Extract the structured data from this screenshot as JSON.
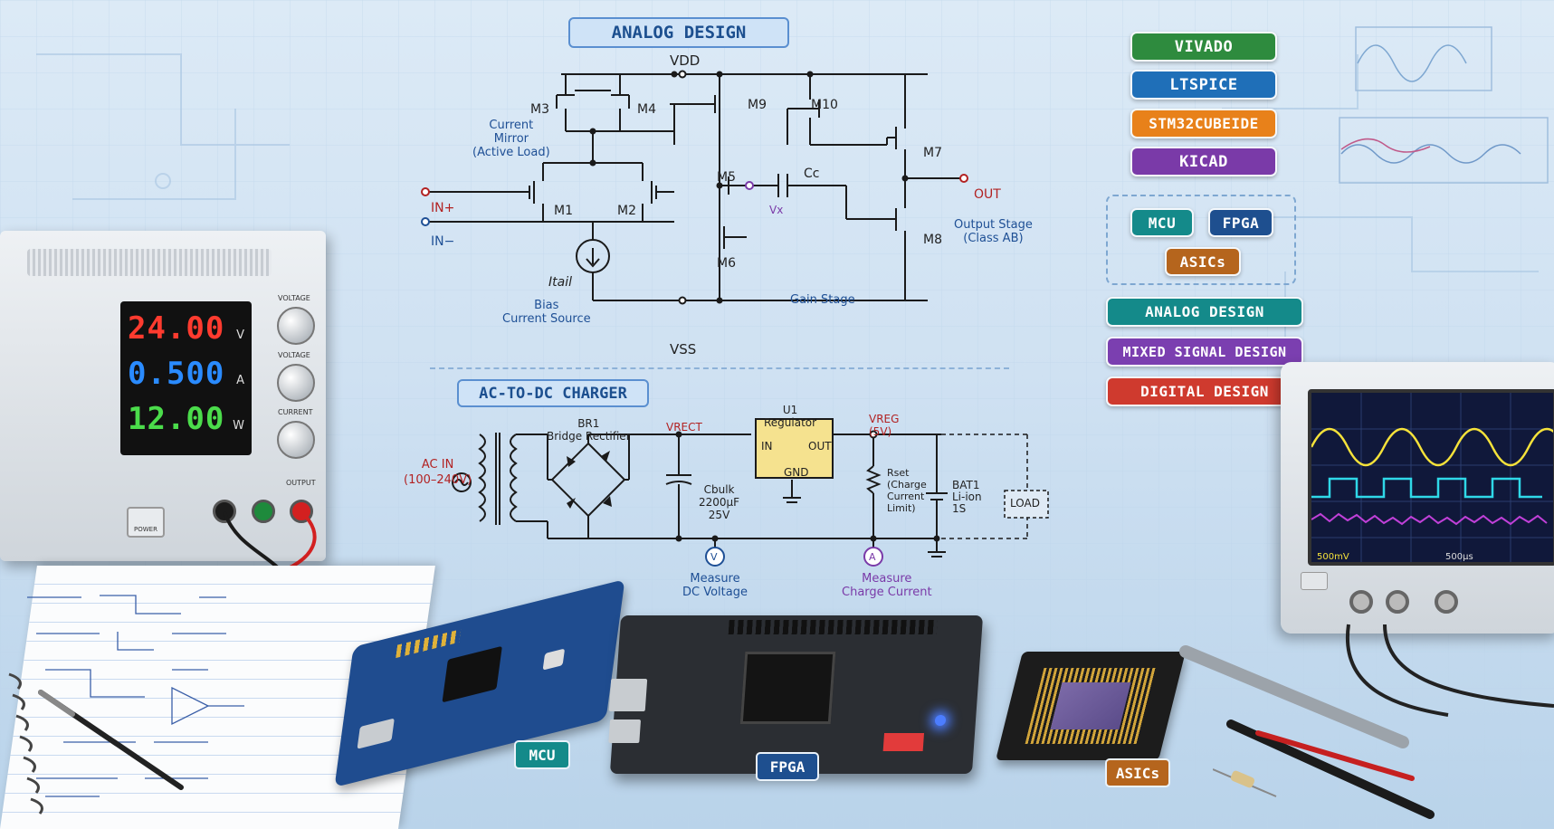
{
  "analog": {
    "title": "ANALOG DESIGN",
    "vdd": "VDD",
    "vss": "VSS",
    "transistors": [
      "M1",
      "M2",
      "M3",
      "M4",
      "M5",
      "M6",
      "M7",
      "M8",
      "M9",
      "M10"
    ],
    "in_plus": "IN+",
    "in_minus": "IN−",
    "out": "OUT",
    "current_mirror": [
      "Current",
      "Mirror",
      "(Active Load)"
    ],
    "itail": "Itail",
    "bias": [
      "Bias",
      "Current Source"
    ],
    "gain_stage": "Gain Stage",
    "cc": "Cc",
    "vx": "Vx",
    "output_stage": [
      "Output Stage",
      "(Class AB)"
    ]
  },
  "charger": {
    "title": "AC-TO-DC CHARGER",
    "ac_in": [
      "AC IN",
      "(100–240V)"
    ],
    "br1": [
      "BR1",
      "Bridge Rectifier"
    ],
    "vrect": "VRECT",
    "cbulk": [
      "Cbulk",
      "2200µF",
      "25V"
    ],
    "u1": [
      "U1",
      "Regulator"
    ],
    "reg_in": "IN",
    "reg_out": "OUT",
    "reg_gnd": "GND",
    "vreg": [
      "VREG",
      "(5V)"
    ],
    "rset": [
      "Rset",
      "(Charge",
      "Current",
      "Limit)"
    ],
    "bat": [
      "BAT1",
      "Li-ion",
      "1S"
    ],
    "load": "LOAD",
    "meter_v": "V",
    "meter_a": "A",
    "measure_v": [
      "Measure",
      "DC Voltage"
    ],
    "measure_a": [
      "Measure",
      "Charge Current"
    ]
  },
  "tools": [
    "VIVADO",
    "LTSPICE",
    "STM32CUBEIDE",
    "KICAD"
  ],
  "tool_colors": [
    "#2e8b3e",
    "#1f6fb8",
    "#e8811a",
    "#7a3aa8"
  ],
  "targets": [
    "MCU",
    "FPGA",
    "ASICs"
  ],
  "disciplines": [
    "ANALOG DESIGN",
    "MIXED SIGNAL DESIGN",
    "DIGITAL DESIGN"
  ],
  "discipline_colors": [
    "#148a8a",
    "#7b3fb0",
    "#cf3a2e"
  ],
  "psu": {
    "voltage": "24.00",
    "current": "0.500",
    "power": "12.00",
    "u_v": "V",
    "u_a": "A",
    "u_w": "W",
    "knob_labels": [
      "VOLTAGE",
      "VOLTAGE",
      "CURRENT"
    ],
    "power_label": "POWER",
    "output_label": "OUTPUT"
  },
  "scope": {
    "readout_left": "500mV",
    "readout_right": "500µs"
  },
  "boards": {
    "mcu": "MCU",
    "fpga": "FPGA",
    "asics": "ASICs"
  }
}
